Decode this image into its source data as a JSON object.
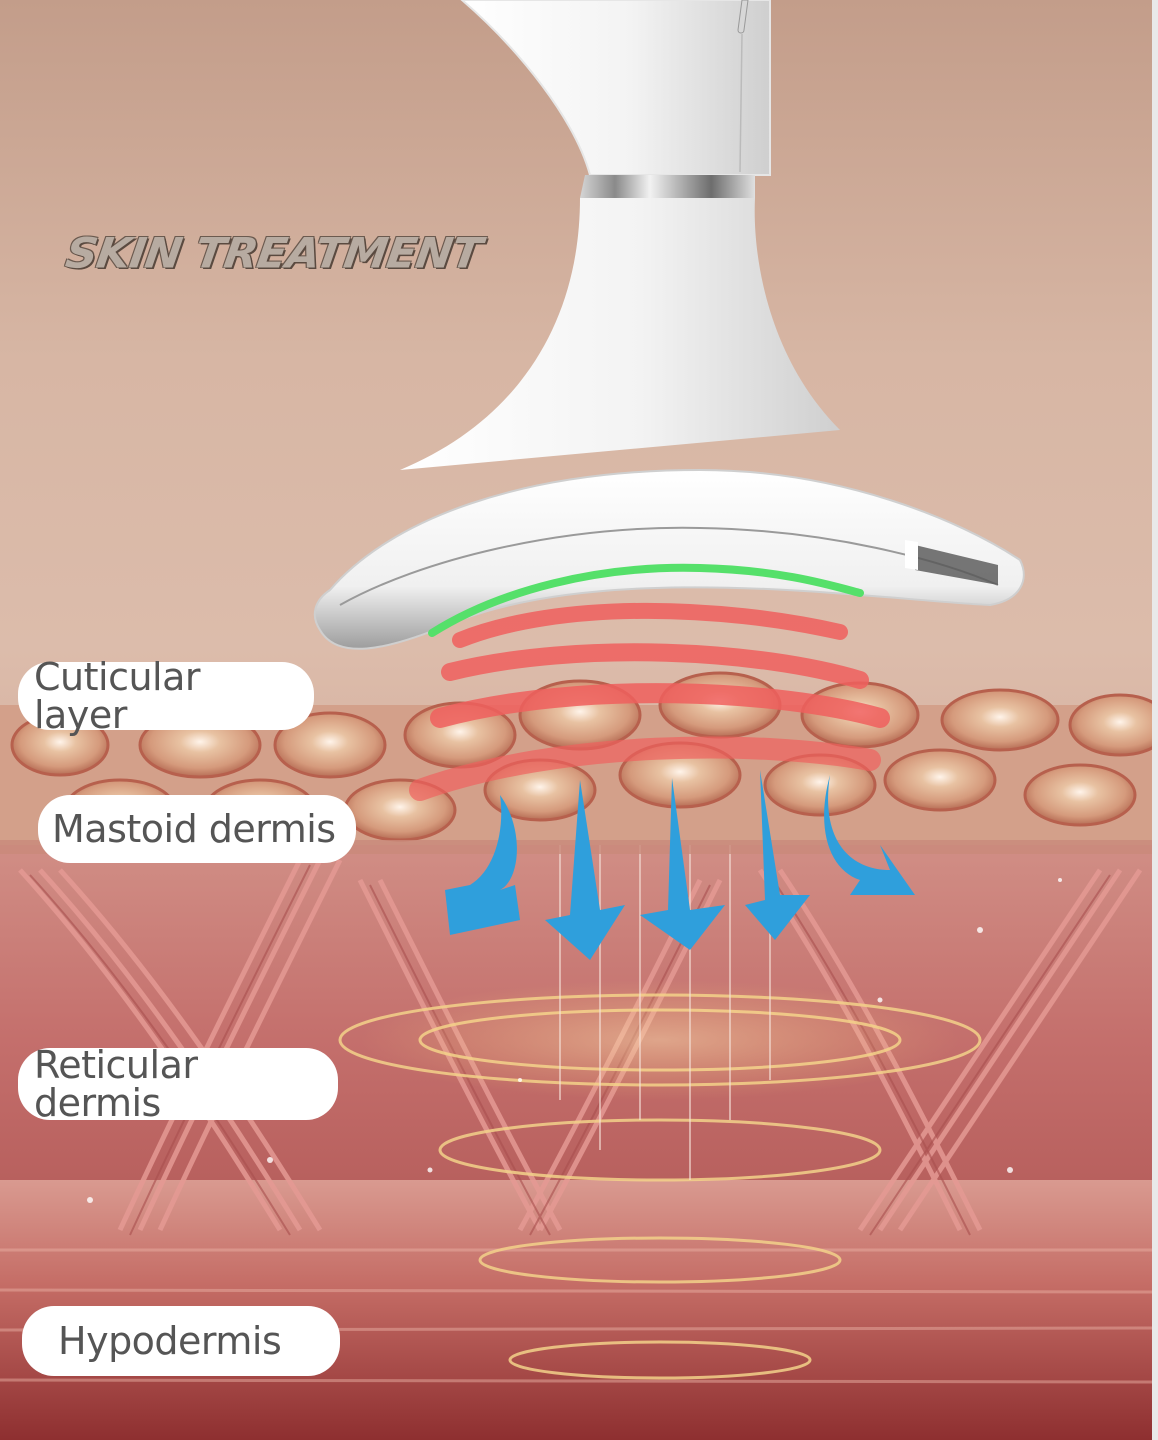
{
  "headline": "SKIN TREATMENT",
  "layers": [
    {
      "label": "Cuticular layer"
    },
    {
      "label": "Mastoid dermis"
    },
    {
      "label": "Reticular dermis"
    },
    {
      "label": "Hypodermis"
    }
  ],
  "device": {
    "name": "neck massager device",
    "light_color": "#55e06a",
    "wave_color": "#f06060"
  },
  "arrows": {
    "count": 5,
    "color": "#2f9fdc"
  },
  "colors": {
    "background_top": "#c39d8a",
    "muscle": "#c26f6b",
    "label_bg": "#ffffff",
    "label_text": "#555555",
    "headline_text": "#b7aba1"
  }
}
